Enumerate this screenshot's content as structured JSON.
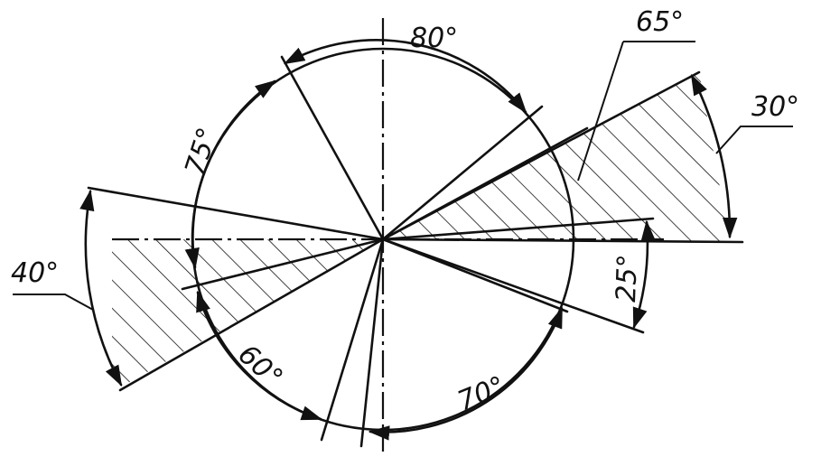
{
  "colors": {
    "ink": "#111111",
    "background": "#ffffff"
  },
  "labels": {
    "a80": "80°",
    "a75": "75°",
    "a65": "65°",
    "a30": "30°",
    "a40": "40°",
    "a25": "25°",
    "a60": "60°",
    "a70": "70°"
  }
}
